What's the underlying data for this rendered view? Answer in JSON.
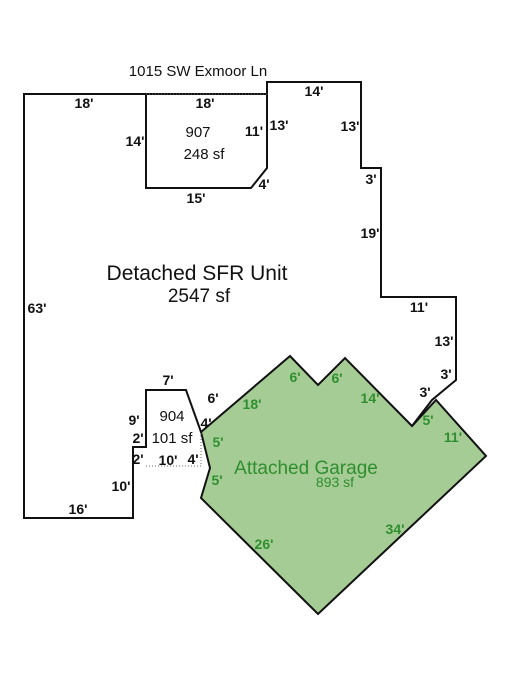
{
  "address": "1015 SW Exmoor Ln",
  "colors": {
    "outline": "#111111",
    "garage_fill": "#a6cc96",
    "garage_text": "#2f8f2f",
    "background": "#ffffff"
  },
  "areas": {
    "main": {
      "name": "Detached SFR Unit",
      "area": "2547 sf"
    },
    "garage": {
      "name": "Attached Garage",
      "area": "893 sf"
    },
    "area_907": {
      "code": "907",
      "area": "248 sf"
    },
    "area_904": {
      "code": "904",
      "area": "101 sf"
    }
  },
  "dims": {
    "main_top_left": "18'",
    "main_top_right": "14'",
    "main_left": "63'",
    "main_bottom_left": "16'",
    "main_right_13a": "13'",
    "main_right_3a": "3'",
    "main_right_19": "19'",
    "main_right_11": "11'",
    "main_right_13b": "13'",
    "main_right_3b": "3'",
    "main_right_3c": "3'",
    "main_left_step_10": "10'",
    "main_left_step_2": "2'",
    "main_left_step_9": "9'",
    "main_step_7": "7'",
    "main_step_6": "6'",
    "main_step_4": "4'",
    "a907_top": "18'",
    "a907_left": "14'",
    "a907_right_11": "11'",
    "a907_right_13": "13'",
    "a907_bottom": "15'",
    "a907_corner": "4'",
    "a904_left": "2'",
    "a904_bottom": "10'",
    "a904_right": "4'",
    "g_18": "18'",
    "g_6a": "6'",
    "g_6b": "6'",
    "g_14": "14'",
    "g_5_right": "5'",
    "g_11": "11'",
    "g_5a": "5'",
    "g_5b": "5'",
    "g_26": "26'",
    "g_34": "34'"
  }
}
